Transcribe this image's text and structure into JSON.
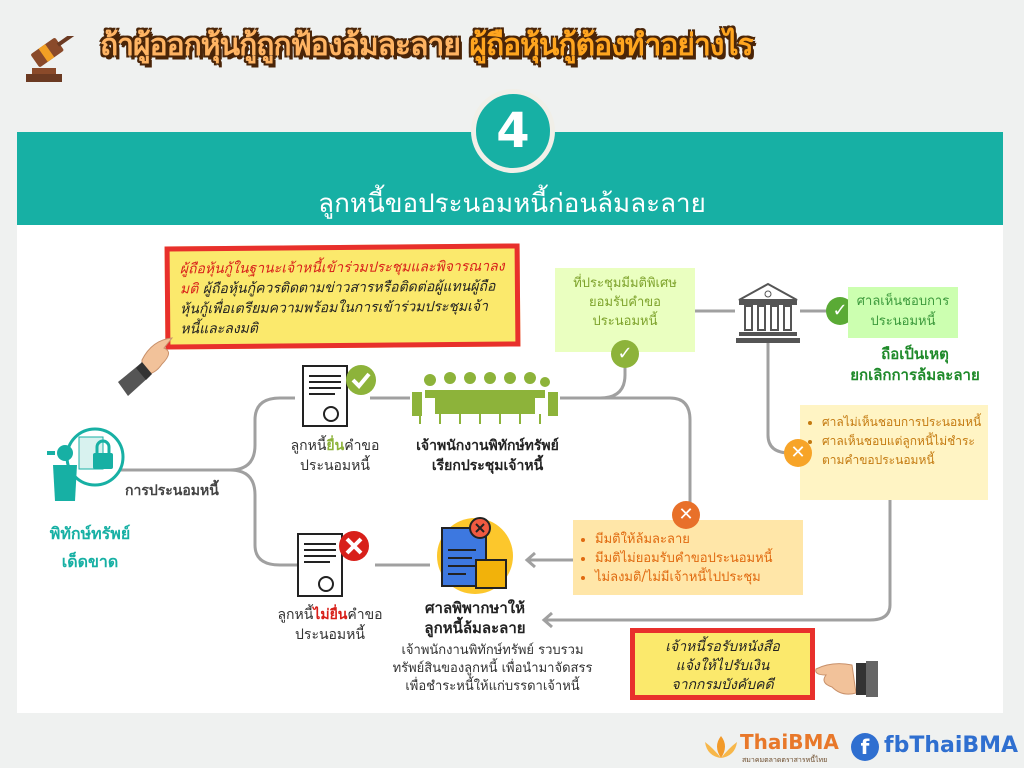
{
  "header": {
    "title_part1": "ถ้าผู้ออกหุ้นกู้ถูกฟ้องล้มละลาย",
    "title_part2": "ผู้ถือหุ้นกู้ต้องทำอย่างไร",
    "step_number": "4",
    "subtitle": "ลูกหนี้ขอประนอมหนี้ก่อนล้มละลาย"
  },
  "callout_top": {
    "highlight": "ผู้ถือหุ้นกู้ในฐานะเจ้าหนี้เข้าร่วมประชุมและพิจารณาลงมติ",
    "text": " ผู้ถือหุ้นกู้ควรติดตามข่าวสารหรือติดต่อผู้แทนผู้ถือหุ้นกู้เพื่อเตรียมความพร้อมในการเข้าร่วมประชุมเจ้าหนี้และลงมติ"
  },
  "start": {
    "line1": "พิทักษ์ทรัพย์",
    "line2": "เด็ดขาด",
    "branch_label": "การประนอมหนี้"
  },
  "file_yes": {
    "pre": "ลูกหนี้",
    "key": "ยื่น",
    "post": "คำขอ",
    "line2": "ประนอมหนี้"
  },
  "file_no": {
    "pre": "ลูกหนี้",
    "key": "ไม่ยื่น",
    "post": "คำขอ",
    "line2": "ประนอมหนี้"
  },
  "meeting": {
    "line1": "เจ้าพนักงานพิทักษ์ทรัพย์",
    "line2": "เรียกประชุมเจ้าหนี้"
  },
  "special_resolution": {
    "line1": "ที่ประชุมมีมติพิเศษ",
    "line2": "ยอมรับคำขอ",
    "line3": "ประนอมหนี้"
  },
  "court_approve": {
    "line1": "ศาลเห็นชอบการ",
    "line2": "ประนอมหนี้",
    "result1": "ถือเป็นเหตุ",
    "result2": "ยกเลิกการล้มละลาย"
  },
  "court_reject": {
    "items": [
      "ศาลไม่เห็นชอบการประนอมหนี้",
      "ศาลเห็นชอบแต่ลูกหนี้ไม่ชำระตามคำขอประนอมหนี้"
    ]
  },
  "meeting_reject": {
    "items": [
      "มีมติให้ล้มละลาย",
      "มีมติไม่ยอมรับคำขอประนอมหนี้",
      "ไม่ลงมติ/ไม่มีเจ้าหนี้ไปประชุม"
    ]
  },
  "bankrupt": {
    "line1": "ศาลพิพากษาให้",
    "line2": "ลูกหนี้ล้มละลาย",
    "desc1": "เจ้าพนักงานพิทักษ์ทรัพย์ รวบรวม",
    "desc2": "ทรัพย์สินของลูกหนี้ เพื่อนำมาจัดสรร",
    "desc3": "เพื่อชำระหนี้ให้แก่บรรดาเจ้าหนี้"
  },
  "callout_bottom": {
    "line1": "เจ้าหนี้รอรับหนังสือ",
    "line2": "แจ้งให้ไปรับเงิน",
    "line3": "จากกรมบังคับคดี"
  },
  "footer": {
    "logo": "ThaiBMA",
    "logo_sub": "สมาคมตลาดตราสารหนี้ไทย",
    "facebook": "fbThaiBMA"
  },
  "colors": {
    "teal": "#17b0a4",
    "green": "#8db33a",
    "orange": "#f39c2b",
    "red": "#e8302c",
    "yellow": "#fbe96c"
  }
}
